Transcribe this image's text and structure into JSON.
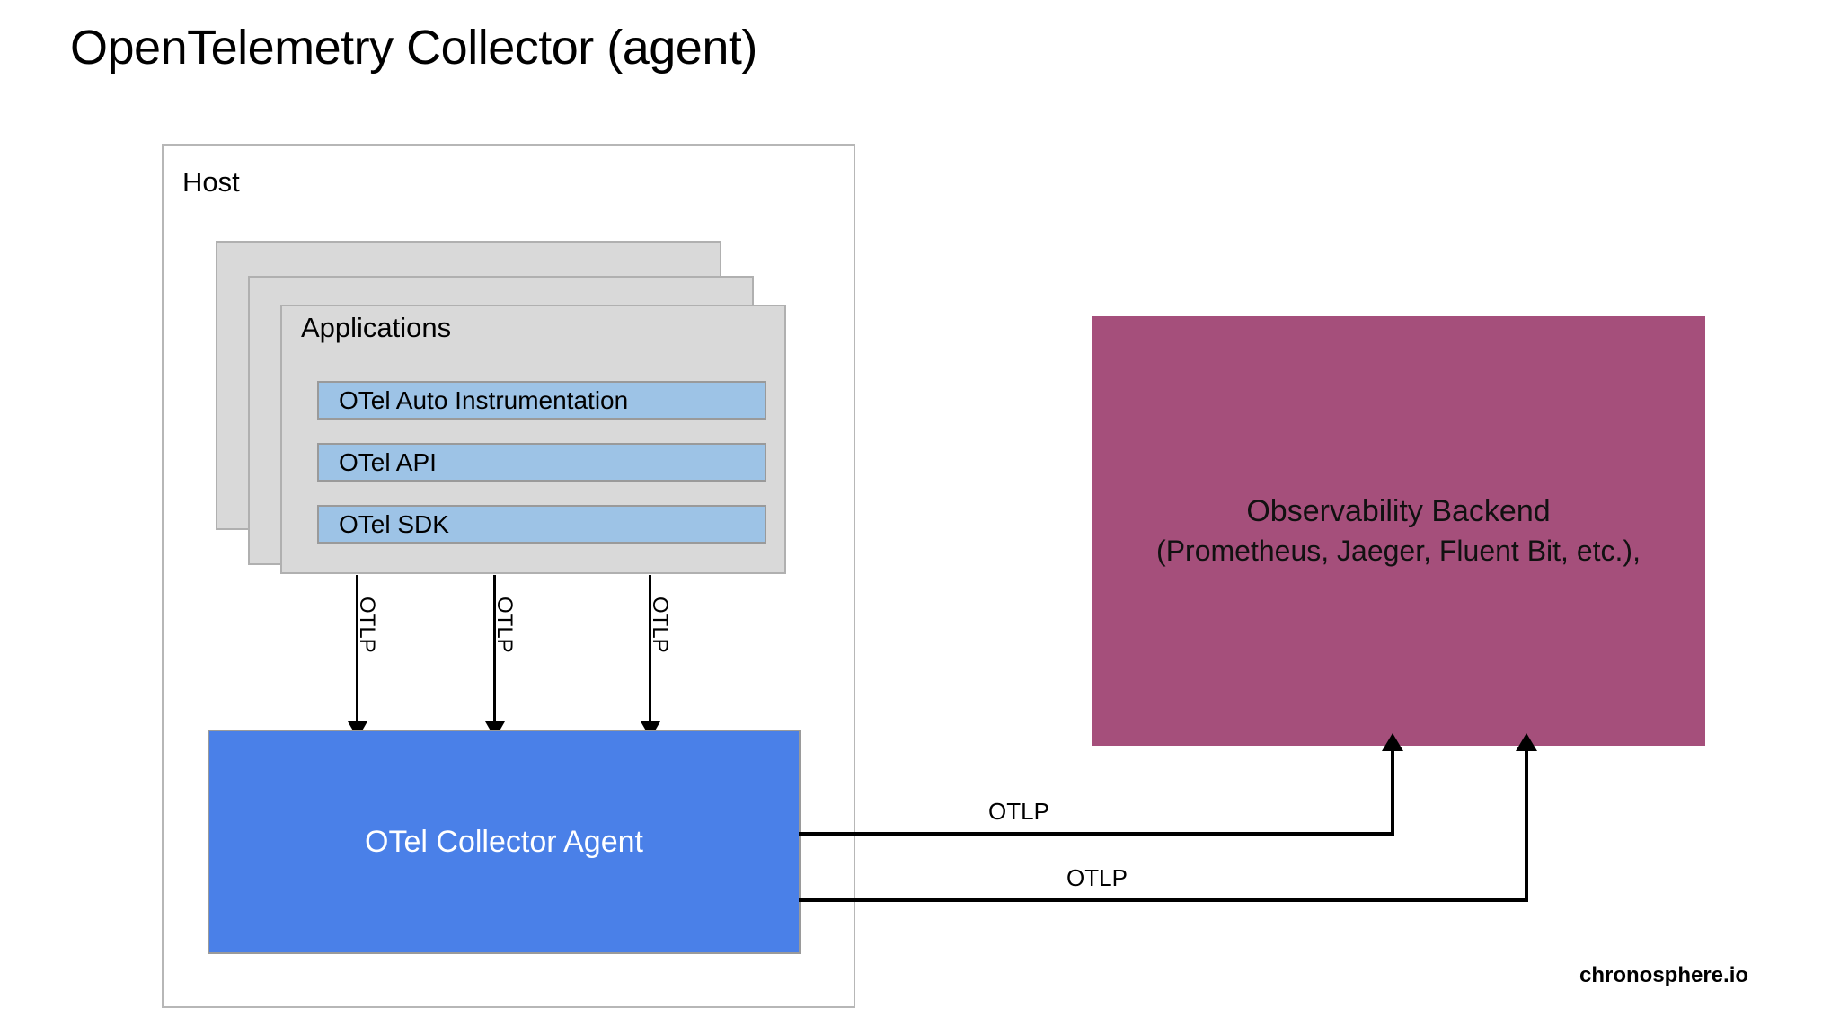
{
  "page": {
    "title": "OpenTelemetry Collector (agent)",
    "watermark": "chronosphere.io"
  },
  "host": {
    "label": "Host",
    "applications": {
      "label": "Applications",
      "layers": [
        {
          "name": "auto-instrumentation",
          "label": "OTel Auto Instrumentation"
        },
        {
          "name": "api",
          "label": "OTel API"
        },
        {
          "name": "sdk",
          "label": "OTel SDK"
        }
      ]
    },
    "app_to_collector_arrows": [
      {
        "label": "OTLP"
      },
      {
        "label": "OTLP"
      },
      {
        "label": "OTLP"
      }
    ],
    "collector": {
      "label": "OTel Collector Agent"
    }
  },
  "backend": {
    "title": "Observability Backend",
    "subtitle": "(Prometheus, Jaeger, Fluent Bit, etc.),"
  },
  "collector_to_backend_connections": [
    {
      "label": "OTLP"
    },
    {
      "label": "OTLP"
    }
  ],
  "colors": {
    "collector_blue": "#4a80e8",
    "layer_blue": "#9dc3e6",
    "app_card_gray": "#d9d9d9",
    "card_border_gray": "#b0b0b0",
    "host_border_gray": "#b7b7b7",
    "backend_maroon": "#a54f7b",
    "text_black": "#000000",
    "text_white": "#ffffff",
    "background": "#ffffff"
  }
}
